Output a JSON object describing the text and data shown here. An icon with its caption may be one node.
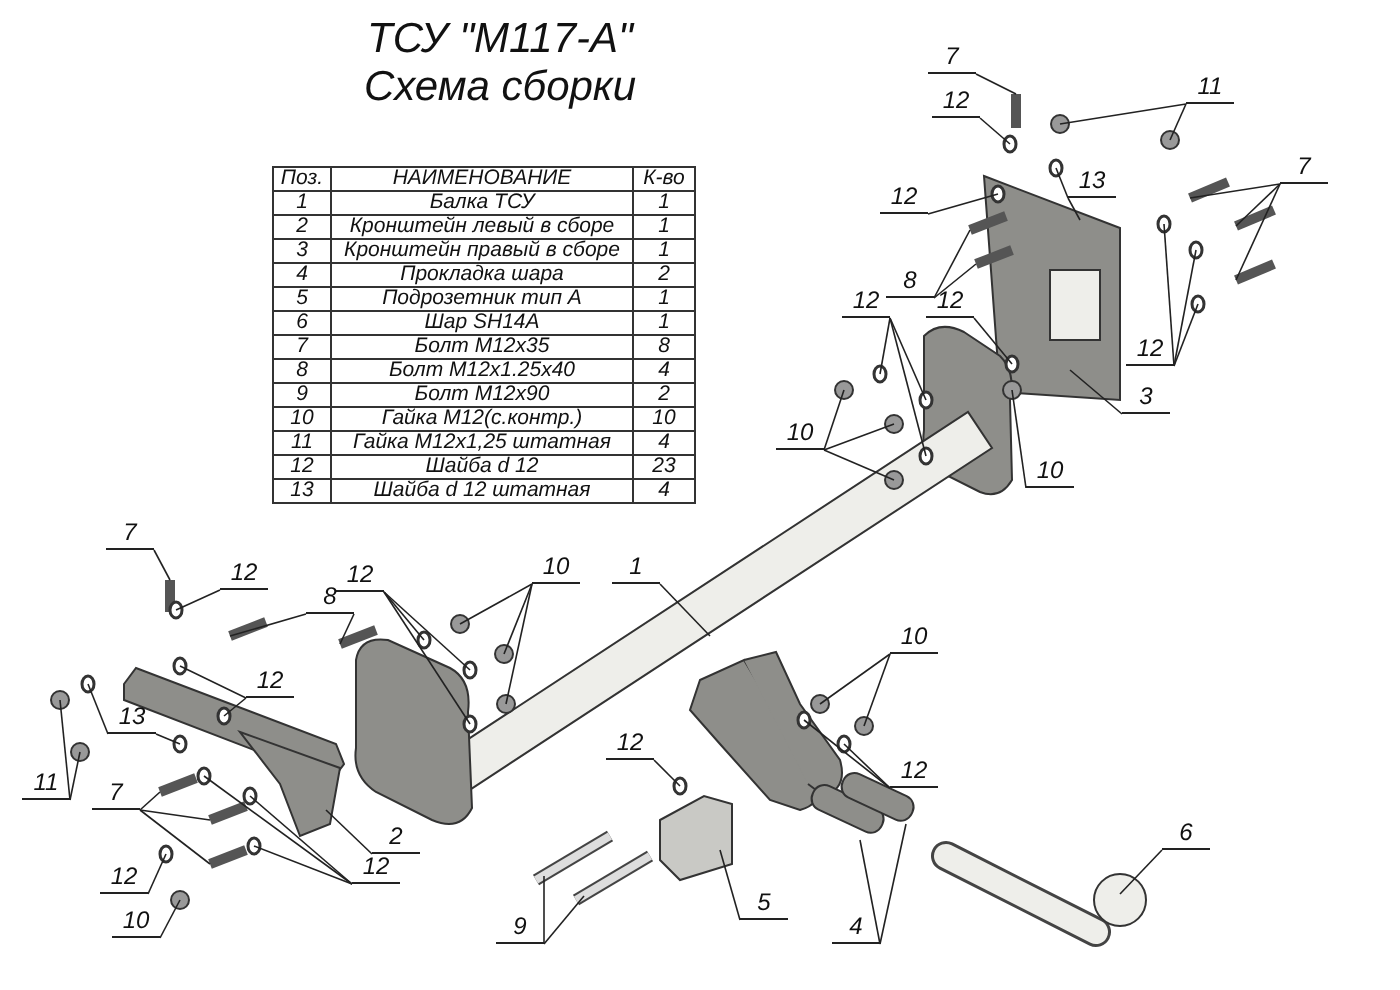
{
  "diagram": {
    "title": "ТСУ \"М117-А\"",
    "nodes": [
      {
        "text": [
          "7"
        ]
      },
      {
        "text": [
          "11"
        ]
      },
      {
        "text": [
          "12"
        ]
      },
      {
        "text": [
          "13"
        ]
      },
      {
        "text": [
          "7"
        ]
      },
      {
        "text": [
          "12"
        ]
      },
      {
        "text": [
          "8"
        ]
      },
      {
        "text": [
          "12"
        ]
      },
      {
        "text": [
          "12"
        ]
      },
      {
        "text": [
          "12"
        ]
      },
      {
        "text": [
          "3"
        ]
      },
      {
        "text": [
          "10"
        ]
      },
      {
        "text": [
          "10"
        ]
      },
      {
        "text": [
          "7"
        ]
      },
      {
        "text": [
          "10"
        ]
      },
      {
        "text": [
          "1"
        ]
      },
      {
        "text": [
          "12"
        ]
      },
      {
        "text": [
          "12"
        ]
      },
      {
        "text": [
          "8"
        ]
      },
      {
        "text": [
          "10"
        ]
      },
      {
        "text": [
          "12"
        ]
      },
      {
        "text": [
          "13"
        ]
      },
      {
        "text": [
          "12"
        ]
      },
      {
        "text": [
          "12"
        ]
      },
      {
        "text": [
          "11"
        ]
      },
      {
        "text": [
          "7"
        ]
      },
      {
        "text": [
          "6"
        ]
      },
      {
        "text": [
          "2"
        ]
      },
      {
        "text": [
          "12"
        ]
      },
      {
        "text": [
          "12"
        ]
      },
      {
        "text": [
          "5"
        ]
      },
      {
        "text": [
          "10"
        ]
      },
      {
        "text": [
          "9"
        ]
      },
      {
        "text": [
          "4"
        ]
      }
    ],
    "edges": [
      {
        "from": 0,
        "to": null,
        "arrow": "none"
      },
      {
        "from": 1,
        "to": null,
        "arrow": "none"
      },
      {
        "from": 1,
        "to": null,
        "arrow": "none"
      },
      {
        "from": 2,
        "to": null,
        "arrow": "none"
      },
      {
        "from": 3,
        "to": null,
        "arrow": "none"
      },
      {
        "from": 3,
        "to": null,
        "arrow": "none"
      },
      {
        "from": 4,
        "to": null,
        "arrow": "none"
      },
      {
        "from": 4,
        "to": null,
        "arrow": "none"
      },
      {
        "from": 4,
        "to": null,
        "arrow": "none"
      },
      {
        "from": 5,
        "to": null,
        "arrow": "none"
      },
      {
        "from": 6,
        "to": null,
        "arrow": "none"
      },
      {
        "from": 6,
        "to": null,
        "arrow": "none"
      },
      {
        "from": 7,
        "to": null,
        "arrow": "none"
      },
      {
        "from": 7,
        "to": null,
        "arrow": "none"
      },
      {
        "from": 7,
        "to": null,
        "arrow": "none"
      },
      {
        "from": 8,
        "to": null,
        "arrow": "none"
      },
      {
        "from": 9,
        "to": null,
        "arrow": "none"
      },
      {
        "from": 9,
        "to": null,
        "arrow": "none"
      },
      {
        "from": 9,
        "to": null,
        "arrow": "none"
      },
      {
        "from": 10,
        "to": null,
        "arrow": "none"
      },
      {
        "from": 11,
        "to": null,
        "arrow": "none"
      },
      {
        "from": 11,
        "to": null,
        "arrow": "none"
      },
      {
        "from": 11,
        "to": null,
        "arrow": "none"
      },
      {
        "from": 12,
        "to": null,
        "arrow": "none"
      },
      {
        "from": 13,
        "to": null,
        "arrow": "none"
      },
      {
        "from": 14,
        "to": null,
        "arrow": "none"
      },
      {
        "from": 14,
        "to": null,
        "arrow": "none"
      },
      {
        "from": 14,
        "to": null,
        "arrow": "none"
      },
      {
        "from": 15,
        "to": null,
        "arrow": "none"
      },
      {
        "from": 16,
        "to": null,
        "arrow": "none"
      },
      {
        "from": 17,
        "to": null,
        "arrow": "none"
      },
      {
        "from": 17,
        "to": null,
        "arrow": "none"
      },
      {
        "from": 17,
        "to": null,
        "arrow": "none"
      },
      {
        "from": 18,
        "to": null,
        "arrow": "none"
      },
      {
        "from": 18,
        "to": null,
        "arrow": "none"
      },
      {
        "from": 19,
        "to": null,
        "arrow": "none"
      },
      {
        "from": 19,
        "to": null,
        "arrow": "none"
      },
      {
        "from": 20,
        "to": null,
        "arrow": "none"
      },
      {
        "from": 20,
        "to": null,
        "arrow": "none"
      },
      {
        "from": 21,
        "to": null,
        "arrow": "none"
      },
      {
        "from": 21,
        "to": null,
        "arrow": "none"
      },
      {
        "from": 22,
        "to": null,
        "arrow": "none"
      },
      {
        "from": 23,
        "to": null,
        "arrow": "none"
      },
      {
        "from": 23,
        "to": null,
        "arrow": "none"
      },
      {
        "from": 24,
        "to": null,
        "arrow": "none"
      },
      {
        "from": 24,
        "to": null,
        "arrow": "none"
      },
      {
        "from": 25,
        "to": null,
        "arrow": "none"
      },
      {
        "from": 25,
        "to": null,
        "arrow": "none"
      },
      {
        "from": 25,
        "to": null,
        "arrow": "none"
      },
      {
        "from": 26,
        "to": null,
        "arrow": "none"
      },
      {
        "from": 27,
        "to": null,
        "arrow": "none"
      },
      {
        "from": 28,
        "to": null,
        "arrow": "none"
      },
      {
        "from": 28,
        "to": null,
        "arrow": "none"
      },
      {
        "from": 28,
        "to": null,
        "arrow": "none"
      },
      {
        "from": 29,
        "to": null,
        "arrow": "none"
      },
      {
        "from": 30,
        "to": null,
        "arrow": "none"
      },
      {
        "from": 31,
        "to": null,
        "arrow": "none"
      },
      {
        "from": 32,
        "to": null,
        "arrow": "none"
      },
      {
        "from": 32,
        "to": null,
        "arrow": "none"
      },
      {
        "from": 33,
        "to": null,
        "arrow": "none"
      },
      {
        "from": 33,
        "to": null,
        "arrow": "none"
      }
    ],
    "labels": [
      "Схема сборки",
      "Поз.",
      "НАИМЕНОВАНИЕ",
      "К-во",
      "1",
      "Балка ТСУ",
      "1",
      "2",
      "Кронштейн левый в сборе",
      "1",
      "3",
      "Кронштейн правый в сборе",
      "1",
      "4",
      "Прокладка шара",
      "2",
      "5",
      "Подрозетник тип А",
      "1",
      "6",
      "Шар SH14A",
      "1",
      "7",
      "Болт М12х35",
      "8",
      "8",
      "Болт М12х1.25х40",
      "4",
      "9",
      "Болт М12х90",
      "2",
      "10",
      "Гайка М12(с.контр.)",
      "10",
      "11",
      "Гайка М12х1,25 штатная",
      "4",
      "12",
      "Шайба d 12",
      "23",
      "13",
      "Шайба d 12 штатная",
      "4"
    ]
  }
}
